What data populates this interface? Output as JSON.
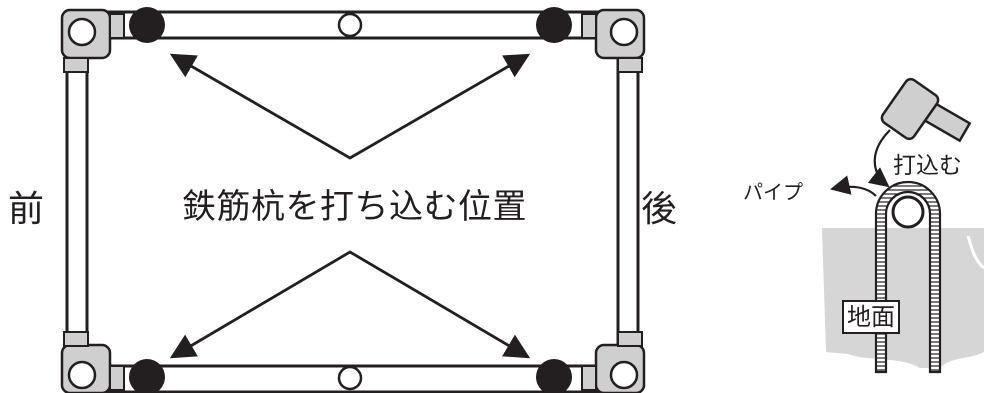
{
  "diagram": {
    "front_label": "前",
    "back_label": "後",
    "stake_position_label": "鉄筋杭を打ち込む位置",
    "pipe_label": "パイプ",
    "drive_label": "打込む",
    "ground_label": "地面"
  },
  "colors": {
    "ink": "#231f20",
    "fitting_gray": "#cfcfcf",
    "ground_gray": "#d6d6d6",
    "background": "#ffffff"
  },
  "icons": [
    "hammer-icon",
    "stake-icon"
  ]
}
